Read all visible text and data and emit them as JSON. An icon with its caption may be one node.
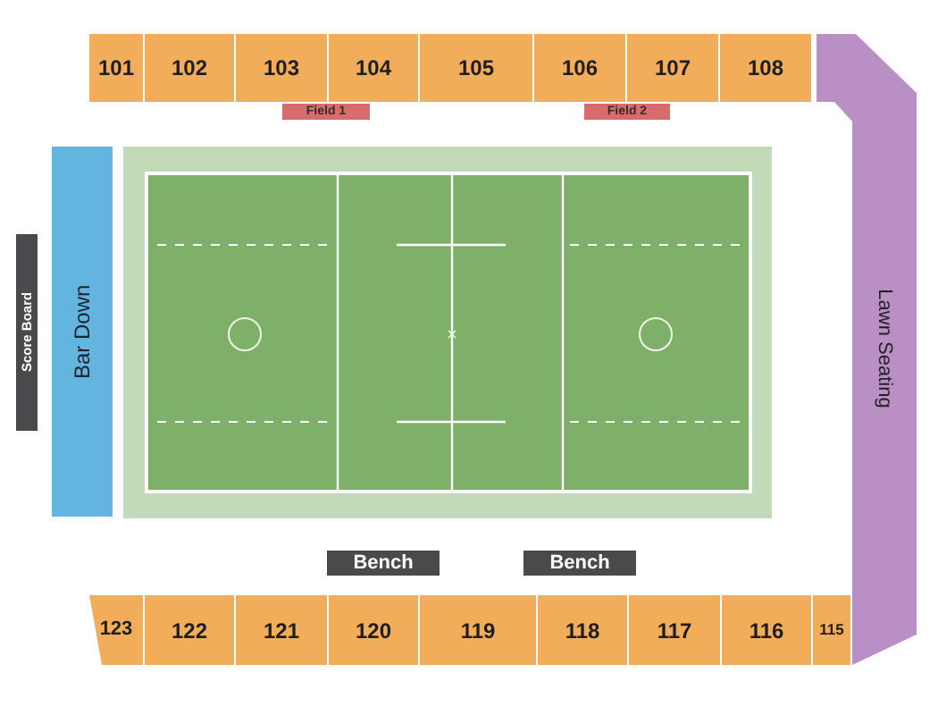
{
  "diagram": {
    "nodes": [
      {
        "text": [
          "101"
        ]
      },
      {
        "text": [
          "102"
        ]
      },
      {
        "text": [
          "103"
        ]
      },
      {
        "text": [
          "104"
        ]
      },
      {
        "text": [
          "105"
        ]
      },
      {
        "text": [
          "106"
        ]
      },
      {
        "text": [
          "107"
        ]
      },
      {
        "text": [
          "108"
        ]
      },
      {
        "text": [
          "Field 1"
        ]
      },
      {
        "text": [
          "Field 2"
        ]
      },
      {
        "text": [
          "Score Board"
        ]
      },
      {
        "text": [
          "Bar Down"
        ]
      },
      {
        "text": [
          "Lawn Seating"
        ]
      },
      {
        "text": [
          "Bench"
        ]
      },
      {
        "text": [
          "Bench"
        ]
      },
      {
        "text": [
          "123"
        ]
      },
      {
        "text": [
          "122"
        ]
      },
      {
        "text": [
          "121"
        ]
      },
      {
        "text": [
          "120"
        ]
      },
      {
        "text": [
          "119"
        ]
      },
      {
        "text": [
          "118"
        ]
      },
      {
        "text": [
          "117"
        ]
      },
      {
        "text": [
          "116"
        ]
      },
      {
        "text": [
          "115"
        ]
      }
    ]
  }
}
